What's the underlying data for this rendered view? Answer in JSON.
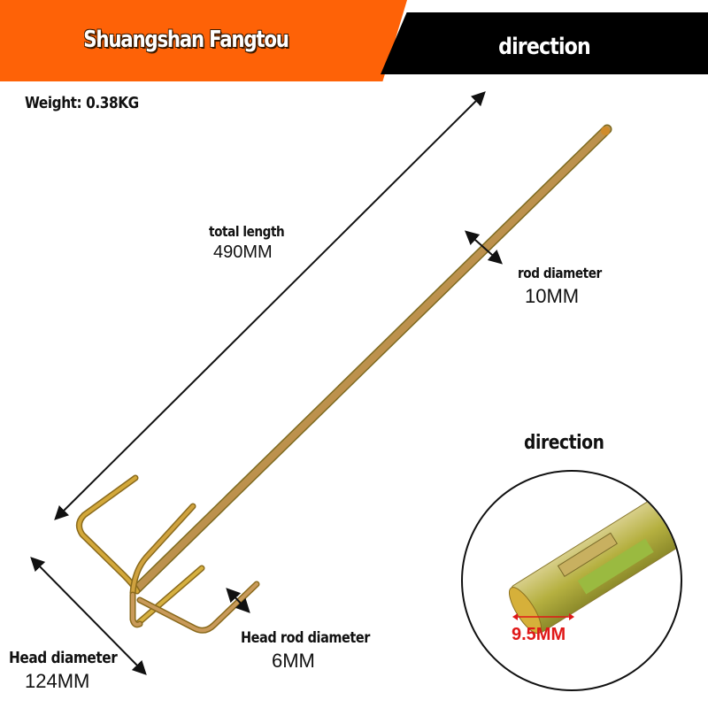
{
  "header": {
    "brand_title": "Shuangshan Fangtou",
    "section_title": "direction",
    "colors": {
      "orange": "#fe6207",
      "black": "#000000"
    }
  },
  "specs": {
    "weight": "Weight: 0.38KG",
    "total_length": {
      "label": "total length",
      "value": "490MM"
    },
    "rod_diameter": {
      "label": "rod diameter",
      "value": "10MM"
    },
    "head_diameter": {
      "label": "Head diameter",
      "value": "124MM"
    },
    "head_rod_diameter": {
      "label": "Head rod diameter",
      "value": "6MM"
    }
  },
  "detail": {
    "title": "direction",
    "tip_width": "9.5MM",
    "tip_color": "#e01818"
  }
}
